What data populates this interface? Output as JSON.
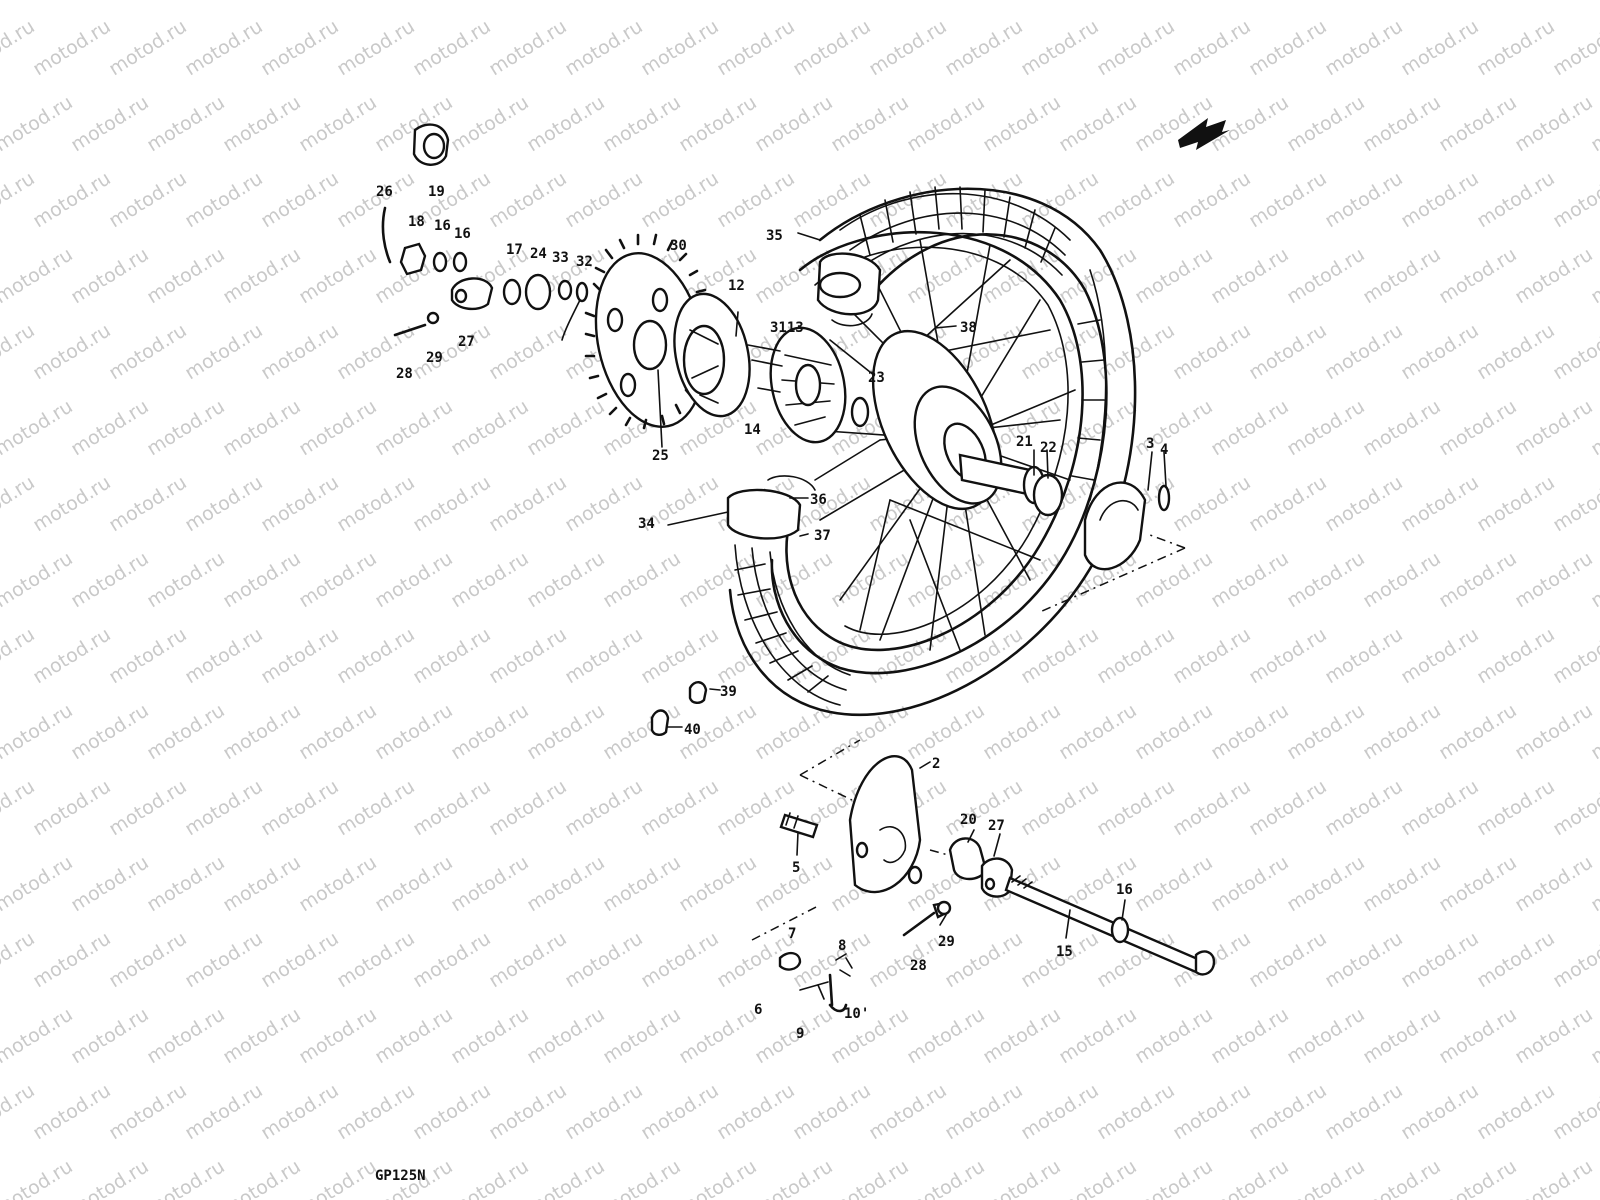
{
  "watermark": {
    "text": "motod.ru",
    "color": "#c9c9c9"
  },
  "model_code": "GP125N",
  "callouts": [
    {
      "id": "c19",
      "text": "19"
    },
    {
      "id": "c26",
      "text": "26"
    },
    {
      "id": "c18",
      "text": "18"
    },
    {
      "id": "c16a",
      "text": "16"
    },
    {
      "id": "c16b",
      "text": "16"
    },
    {
      "id": "c17",
      "text": "17"
    },
    {
      "id": "c24",
      "text": "24"
    },
    {
      "id": "c33",
      "text": "33"
    },
    {
      "id": "c32",
      "text": "32"
    },
    {
      "id": "c30",
      "text": "30"
    },
    {
      "id": "c12",
      "text": "12"
    },
    {
      "id": "c3113",
      "text": "3113"
    },
    {
      "id": "c28a",
      "text": "28"
    },
    {
      "id": "c29a",
      "text": "29"
    },
    {
      "id": "c27a",
      "text": "27"
    },
    {
      "id": "c25",
      "text": "25"
    },
    {
      "id": "c14",
      "text": "14"
    },
    {
      "id": "c23",
      "text": "23"
    },
    {
      "id": "c35",
      "text": "35"
    },
    {
      "id": "c38",
      "text": "38"
    },
    {
      "id": "c21",
      "text": "21"
    },
    {
      "id": "c22",
      "text": "22"
    },
    {
      "id": "c3",
      "text": "3"
    },
    {
      "id": "c4",
      "text": "4"
    },
    {
      "id": "c36",
      "text": "36"
    },
    {
      "id": "c34",
      "text": "34"
    },
    {
      "id": "c37",
      "text": "37"
    },
    {
      "id": "c39",
      "text": "39"
    },
    {
      "id": "c40",
      "text": "40"
    },
    {
      "id": "c2",
      "text": "2"
    },
    {
      "id": "c5",
      "text": "5"
    },
    {
      "id": "c20",
      "text": "20"
    },
    {
      "id": "c27b",
      "text": "27"
    },
    {
      "id": "c16c",
      "text": "16"
    },
    {
      "id": "c28b",
      "text": "28"
    },
    {
      "id": "c29b",
      "text": "29"
    },
    {
      "id": "c15",
      "text": "15"
    },
    {
      "id": "c7",
      "text": "7"
    },
    {
      "id": "c8",
      "text": "8"
    },
    {
      "id": "c6",
      "text": "6"
    },
    {
      "id": "c9",
      "text": "9"
    },
    {
      "id": "c10",
      "text": "10'"
    }
  ]
}
